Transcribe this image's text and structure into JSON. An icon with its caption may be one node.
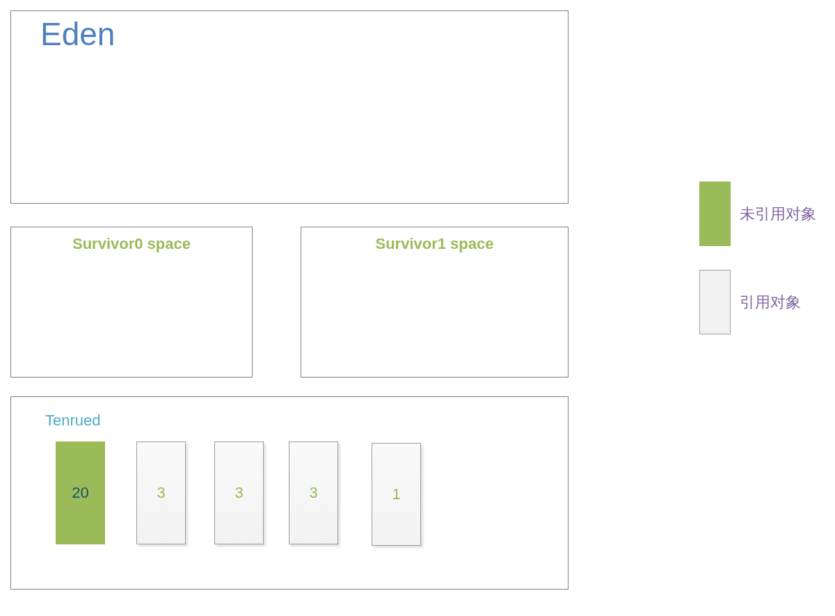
{
  "diagram": {
    "nodes": [
      {
        "text": [
          "Eden"
        ]
      },
      {
        "text": [
          "Survivor0 space"
        ]
      },
      {
        "text": [
          "Survivor1 space"
        ]
      },
      {
        "text": [
          "Tenrued"
        ]
      },
      {
        "text": [
          "20"
        ],
        "in": 3
      },
      {
        "text": [
          "3"
        ],
        "in": 3
      },
      {
        "text": [
          "3"
        ],
        "in": 3
      },
      {
        "text": [
          "3"
        ],
        "in": 3
      },
      {
        "text": [
          "1"
        ],
        "in": 3
      }
    ],
    "legend": [
      {
        "text": "未引用对象",
        "color": "#9bbb59"
      },
      {
        "text": "引用对象",
        "color": "#f2f2f2"
      }
    ]
  }
}
